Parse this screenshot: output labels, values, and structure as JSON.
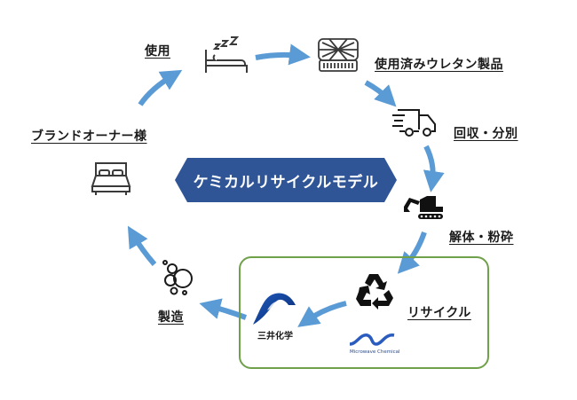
{
  "diagram": {
    "title": "ケミカルリサイクルモデル",
    "colors": {
      "arrow": "#5b9bd5",
      "title_fill": "#2f5597",
      "frame_border": "#6fa04a",
      "icon": "#3a3a3a"
    },
    "steps": [
      {
        "id": "use",
        "label": "使用",
        "icon": "sleeping-bed-icon"
      },
      {
        "id": "used-urethane",
        "label": "使用済みウレタン製品",
        "icon": "mattress-icon"
      },
      {
        "id": "collection",
        "label": "回収・分別",
        "icon": "delivery-truck-icon"
      },
      {
        "id": "dismantle",
        "label": "解体・粉砕",
        "icon": "excavator-icon"
      },
      {
        "id": "recycle",
        "label": "リサイクル",
        "icon": "recycle-icon"
      },
      {
        "id": "manufacture",
        "label": "製造",
        "icon": "bubbles-icon"
      },
      {
        "id": "brand-owner",
        "label": "ブランドオーナー様",
        "icon": "bed-icon"
      }
    ],
    "partners": [
      {
        "name": "三井化学",
        "logo": "mitsui-chemicals-logo"
      },
      {
        "name": "Microwave Chemical",
        "logo": "microwave-chemical-logo"
      }
    ]
  }
}
